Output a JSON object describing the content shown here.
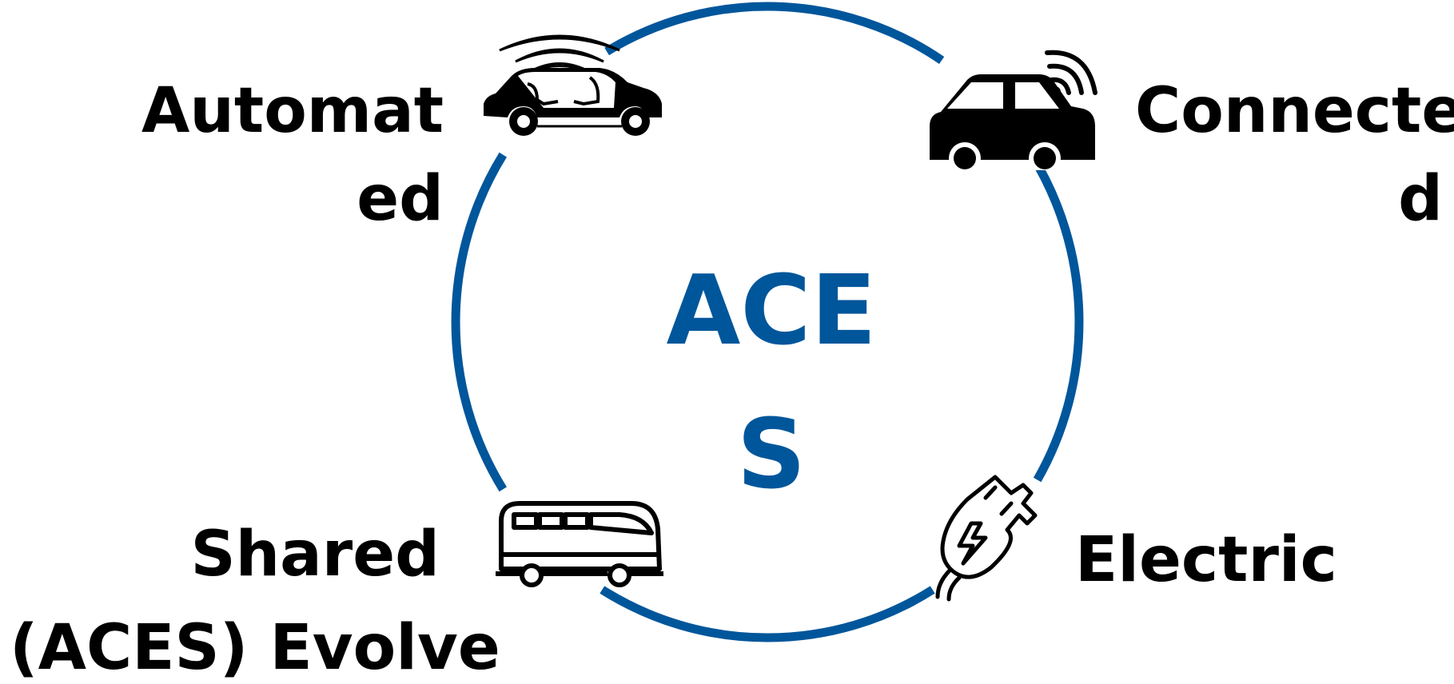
{
  "colors": {
    "accent": "#00569b",
    "text": "#000000",
    "background": "#ffffff"
  },
  "center": {
    "line1": "ACE",
    "line2": "S"
  },
  "labels": {
    "automated_line1": "Automat",
    "automated_line2": "ed",
    "connected_line1": "Connecte",
    "connected_line2": "d",
    "shared": "Shared",
    "aces_evolve": "(ACES) Evolve",
    "electric": "Electric"
  },
  "icons": {
    "automated": "autonomous-car-icon",
    "connected": "connected-car-icon",
    "shared": "bus-icon",
    "electric": "electric-plug-icon"
  }
}
